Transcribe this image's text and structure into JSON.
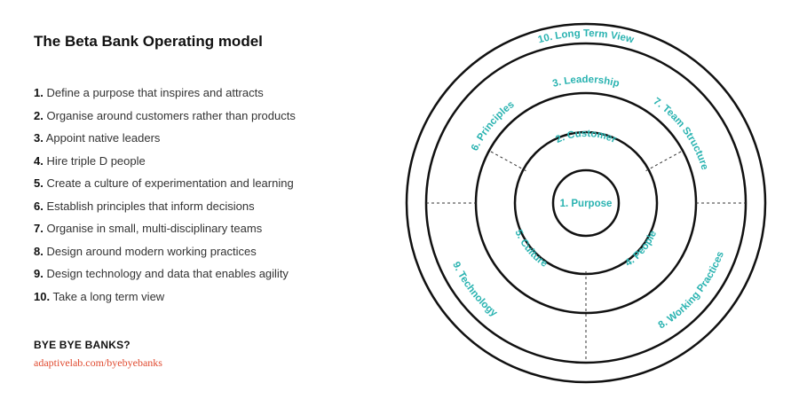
{
  "title": "The Beta Bank Operating model",
  "principles": [
    {
      "num": "1.",
      "text": "Define a purpose that inspires and attracts"
    },
    {
      "num": "2.",
      "text": "Organise around customers rather than products"
    },
    {
      "num": "3.",
      "text": "Appoint native leaders"
    },
    {
      "num": "4.",
      "text": "Hire triple D people"
    },
    {
      "num": "5.",
      "text": "Create a culture of experimentation and learning"
    },
    {
      "num": "6.",
      "text": "Establish principles that inform decisions"
    },
    {
      "num": "7.",
      "text": "Organise in small, multi-disciplinary teams"
    },
    {
      "num": "8.",
      "text": "Design around modern working practices"
    },
    {
      "num": "9.",
      "text": "Design technology and data that enables agility"
    },
    {
      "num": "10.",
      "text": "Take a long term view"
    }
  ],
  "footer": {
    "heading": "BYE BYE BANKS?",
    "link": "adaptivelab.com/byebyebanks"
  },
  "diagram": {
    "center_label": "1. Purpose",
    "labels": {
      "customer": "2. Customer",
      "leadership": "3. Leadership",
      "people": "4. People",
      "culture": "5. Culture",
      "principles": "6. Principles",
      "team_structure": "7. Team Structure",
      "working_practices": "8. Working Practices",
      "technology": "9. Technology",
      "long_term_view": "10. Long Term View"
    },
    "colors": {
      "ring_stroke": "#111111",
      "label": "#2ab3b1",
      "divider": "#333333",
      "link": "#e04a2f"
    }
  }
}
